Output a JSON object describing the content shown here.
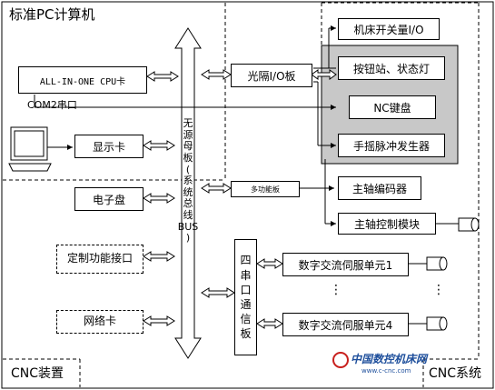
{
  "regions": {
    "pc_title": "标准PC计算机",
    "cnc_device": "CNC装置",
    "cnc_system": "CNC系统"
  },
  "blocks": {
    "cpu_card": "ALL-IN-ONE CPU卡",
    "com2": "COM2串口",
    "display_card": "显示卡",
    "ssd": "电子盘",
    "custom_iface": "定制功能接口",
    "network_card": "网络卡",
    "bus": "无源母板(系统总线BUS)",
    "opto_io": "光隔I/O板",
    "multi_func": "多功能板",
    "quad_serial": "四串口通信板",
    "machine_io": "机床开关量I/O",
    "button_panel": "按钮站、状态灯",
    "nc_keyboard": "NC键盘",
    "handwheel": "手摇脉冲发生器",
    "spindle_encoder": "主轴编码器",
    "spindle_ctrl": "主轴控制模块",
    "servo1": "数字交流伺服单元1",
    "servo4": "数字交流伺服单元4",
    "ellipsis": "⋮"
  },
  "watermark": {
    "brand": "中国数控机床网",
    "url": "www.c-cnc.com"
  },
  "colors": {
    "panel_fill": "#c8c8c8",
    "bus_fill": "#ffffff",
    "watermark_red": "#c8201e",
    "watermark_blue": "#1e4f9c"
  }
}
